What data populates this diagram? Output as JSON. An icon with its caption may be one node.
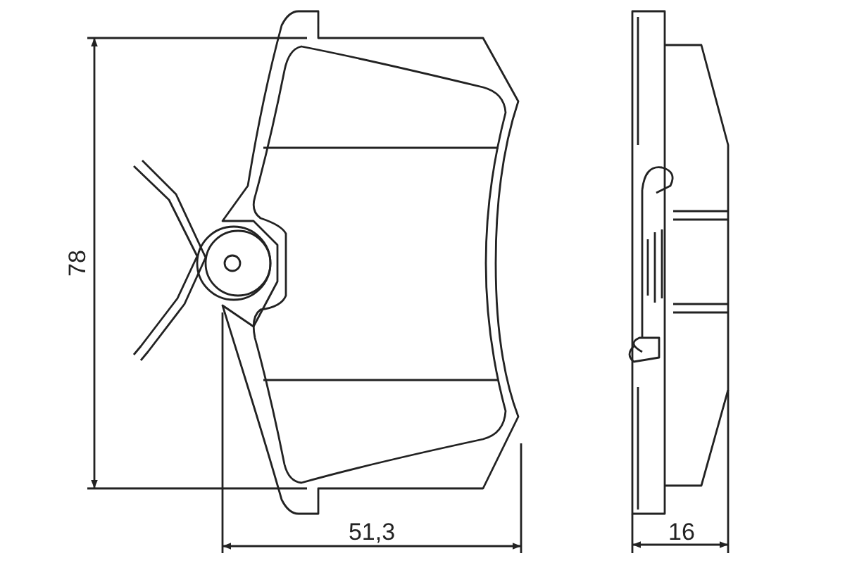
{
  "diagram": {
    "labels": [
      "78",
      "51,3",
      "16"
    ]
  }
}
